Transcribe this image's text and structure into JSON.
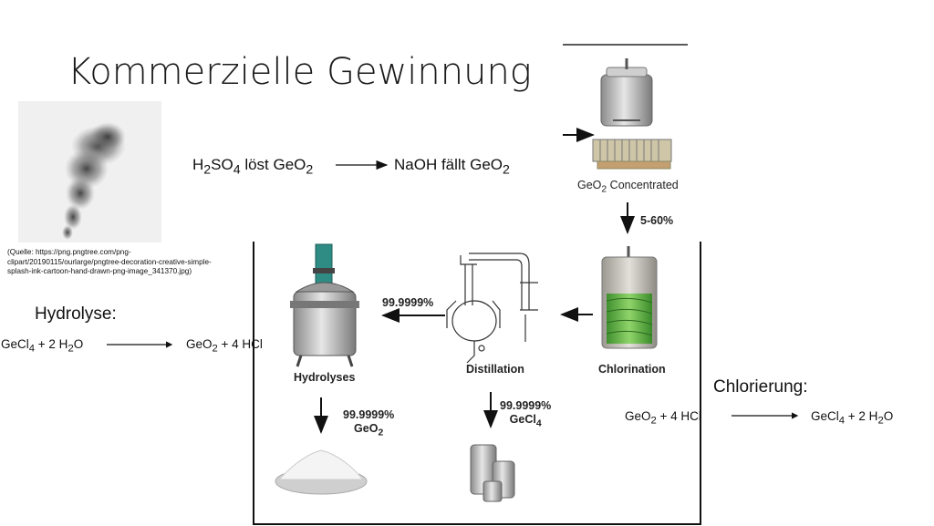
{
  "title": "Kommerzielle Gewinnung",
  "source_note": "(Quelle: https://png.pngtree.com/png-clipart/20190115/ourlarge/pngtree-decoration-creative-simple-splash-ink-cartoon-hand-drawn-png-image_341370.jpg)",
  "top_process": {
    "step1": {
      "a": "H",
      "a_sub": "2",
      "b": "SO",
      "b_sub": "4",
      "c": " löst GeO",
      "c_sub": "2"
    },
    "step2": {
      "a": "NaOH fällt GeO",
      "a_sub": "2"
    }
  },
  "hydrolyse": {
    "heading": "Hydrolyse:",
    "left": {
      "a": "GeCl",
      "a_sub": "4",
      "b": " + 2 H",
      "b_sub": "2",
      "c": "O"
    },
    "right": {
      "a": "GeO",
      "a_sub": "2",
      "b": " + 4 HCl"
    }
  },
  "chlorierung": {
    "heading": "Chlorierung:",
    "left": {
      "a": "GeO",
      "a_sub": "2",
      "b": " + 4 HCl"
    },
    "right": {
      "a": "GeCl",
      "a_sub": "4",
      "b": " + 2 H",
      "b_sub": "2",
      "c": "O"
    }
  },
  "diagram": {
    "geo2_concentrated": {
      "a": "GeO",
      "a_sub": "2",
      "b": " Concentrated"
    },
    "percent_5_60": "5-60%",
    "chlorination": "Chlorination",
    "distillation": "Distillation",
    "hydrolyses": "Hydrolyses",
    "purity_arrow": "99.9999%",
    "product_geo2": {
      "purity": "99.9999%",
      "a": "GeO",
      "a_sub": "2"
    },
    "product_gecl4": {
      "purity": "99.9999%",
      "a": "GeCl",
      "a_sub": "4"
    }
  }
}
